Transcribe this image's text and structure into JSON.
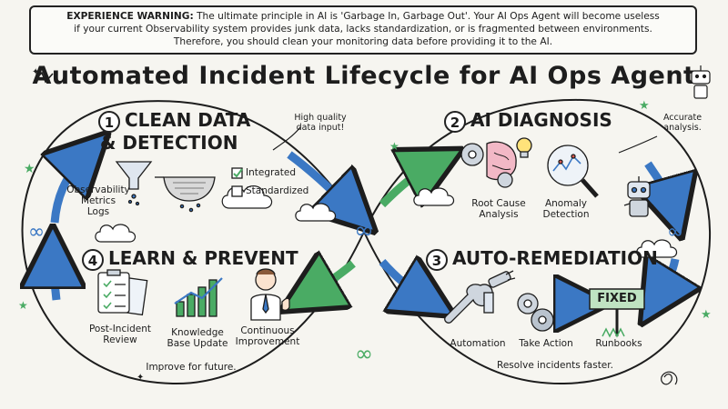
{
  "warning": {
    "lead": "EXPERIENCE WARNING:",
    "line1": "The ultimate principle in AI is 'Garbage In, Garbage Out'. Your AI Ops Agent will become useless",
    "line2": "if your current Observability system provides junk data, lacks standardization, or is fragmented between environments.",
    "line3": "Therefore, you should clean your monitoring data before providing it to the AI."
  },
  "title": "Automated Incident Lifecycle for AI Ops Agent",
  "sections": {
    "clean": {
      "num": "1",
      "title1": "CLEAN DATA",
      "title2": "& DETECTION",
      "note1": "High quality",
      "note2": "data input!",
      "inputs": [
        "Observability",
        "Metrics",
        "Logs"
      ],
      "check_integrated": "Integrated",
      "check_standardized": "Standardized"
    },
    "diagnosis": {
      "num": "2",
      "title": "AI DIAGNOSIS",
      "note1": "Accurate",
      "note2": "analysis.",
      "rca1": "Root Cause",
      "rca2": "Analysis",
      "anom1": "Anomaly",
      "anom2": "Detection"
    },
    "remediation": {
      "num": "3",
      "title": "AUTO-REMEDIATION",
      "automation": "Automation",
      "take_action": "Take Action",
      "runbooks": "Runbooks",
      "fixed": "FIXED",
      "footer": "Resolve incidents faster."
    },
    "learn": {
      "num": "4",
      "title": "LEARN & PREVENT",
      "review1": "Post-Incident",
      "review2": "Review",
      "kb1": "Knowledge",
      "kb2": "Base Update",
      "ci1": "Continuous",
      "ci2": "Improvement",
      "footer": "Improve for future."
    }
  },
  "infinity_symbol": "∞",
  "colors": {
    "blue_arrow": "#3b78c4",
    "green_arrow": "#4aab64",
    "outline": "#1d1d1d",
    "background": "#f6f5f0",
    "fixed_sign": "#bfe3c2"
  }
}
